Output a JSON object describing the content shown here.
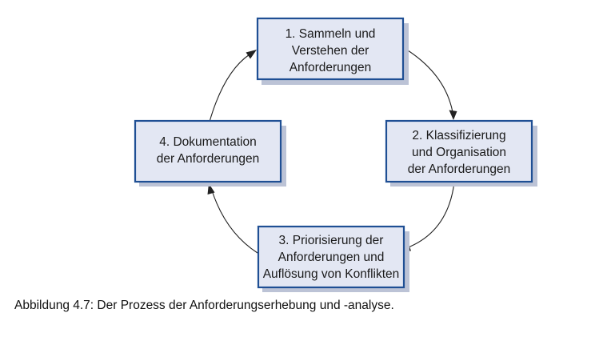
{
  "diagram": {
    "nodes": [
      {
        "id": "step-1",
        "lines": [
          "1. Sammeln und",
          "Verstehen der",
          "Anforderungen"
        ]
      },
      {
        "id": "step-2",
        "lines": [
          "2. Klassifizierung",
          "und Organisation",
          "der Anforderungen"
        ]
      },
      {
        "id": "step-3",
        "lines": [
          "3. Priorisierung der",
          "Anforderungen und",
          "Auflösung von Konflikten"
        ]
      },
      {
        "id": "step-4",
        "lines": [
          "4. Dokumentation",
          "der Anforderungen"
        ]
      }
    ],
    "edges": [
      {
        "from": "step-1",
        "to": "step-2"
      },
      {
        "from": "step-2",
        "to": "step-3"
      },
      {
        "from": "step-3",
        "to": "step-4"
      },
      {
        "from": "step-4",
        "to": "step-1"
      }
    ],
    "colors": {
      "box_fill": "#e3e7f3",
      "box_border": "#1f4f94",
      "box_shadow": "#bcc3d6",
      "arrow": "#222222"
    }
  },
  "caption": "Abbildung 4.7: Der Prozess der Anforderungserhebung und -analyse."
}
